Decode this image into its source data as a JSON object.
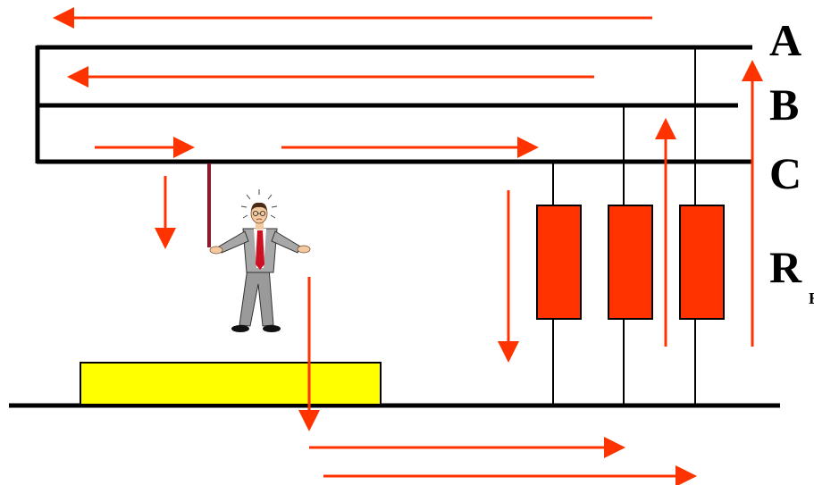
{
  "colors": {
    "arrow": "#FF3300",
    "wire": "#000000",
    "resistor": "#FF3300",
    "ground_block": "#FFFF00",
    "contact_rod": "#8B1A2B",
    "background": "#FFFFFF"
  },
  "labels": {
    "a": "A",
    "b": "B",
    "c": "C",
    "r": "R",
    "r_sub": "E"
  },
  "figure": {
    "icon": "confused-businessman-icon"
  }
}
